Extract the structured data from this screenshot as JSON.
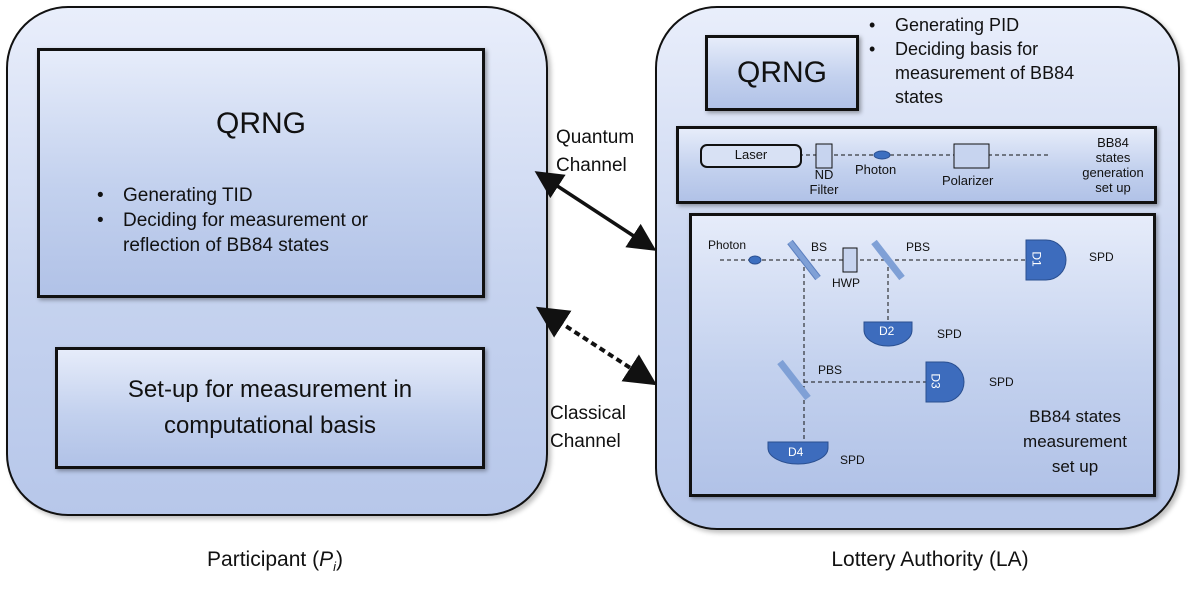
{
  "participant": {
    "qrng_title": "QRNG",
    "qrng_bullets": [
      "Generating TID",
      "Deciding for measurement or reflection of  BB84 states"
    ],
    "setup_label": "Set-up for measurement in computational basis",
    "caption_text": "Participant (",
    "caption_symbol": "P",
    "caption_subscript": "i",
    "caption_close": ")"
  },
  "channels": {
    "quantum_line1": "Quantum",
    "quantum_line2": "Channel",
    "classical_line1": "Classical",
    "classical_line2": "Channel"
  },
  "authority": {
    "qrng_title": "QRNG",
    "qrng_bullets": [
      "Generating PID",
      "Deciding basis for measurement of BB84 states"
    ],
    "generation": {
      "laser": "Laser",
      "nd_filter_line1": "ND",
      "nd_filter_line2": "Filter",
      "photon": "Photon",
      "polarizer": "Polarizer",
      "label_lines": [
        "BB84",
        "states",
        "generation",
        "set up"
      ]
    },
    "measurement": {
      "photon": "Photon",
      "bs": "BS",
      "hwp": "HWP",
      "pbs_top": "PBS",
      "pbs_bottom": "PBS",
      "d1": "D1",
      "d2": "D2",
      "d3": "D3",
      "d4": "D4",
      "spd1": "SPD",
      "spd2": "SPD",
      "spd3": "SPD",
      "spd4": "SPD",
      "label_lines": [
        "BB84 states",
        "measurement",
        "set up"
      ]
    },
    "caption": "Lottery Authority (LA)"
  }
}
